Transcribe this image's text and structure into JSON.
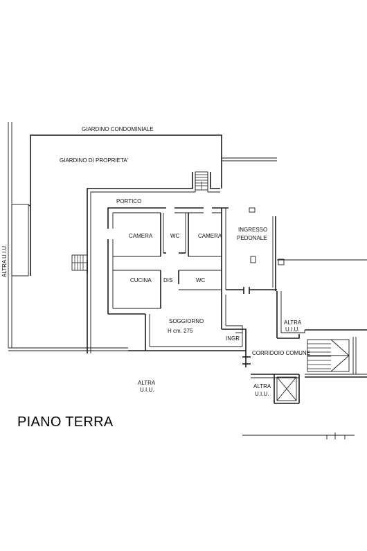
{
  "plan": {
    "title": "PIANO TERRA",
    "labels": {
      "giardino_condominiale": "GIARDINO CONDOMINIALE",
      "giardino_proprieta": "GIARDINO DI PROPRIETA'",
      "portico": "PORTICO",
      "camera_1": "CAMERA",
      "wc_1": "WC",
      "camera_2": "CAMERA",
      "ingresso_1": "INGRESSO",
      "ingresso_2": "PEDONALE",
      "cucina": "CUCINA",
      "dis": "DIS",
      "wc_2": "WC",
      "soggiorno": "SOGGIORNO",
      "altezza": "H cm. 275",
      "ingr": "INGR",
      "corridoio": "CORRIDOIO COMUNE",
      "altra_uiu_left": "ALTRA U.I.U.",
      "altra_bottom_1": "ALTRA",
      "uiu_bottom_1": "U.I.U.",
      "altra_right_1": "ALTRA",
      "uiu_right_1": "U.I.U.",
      "altra_bottom_2": "ALTRA",
      "uiu_bottom_2": "U.I.U."
    }
  }
}
